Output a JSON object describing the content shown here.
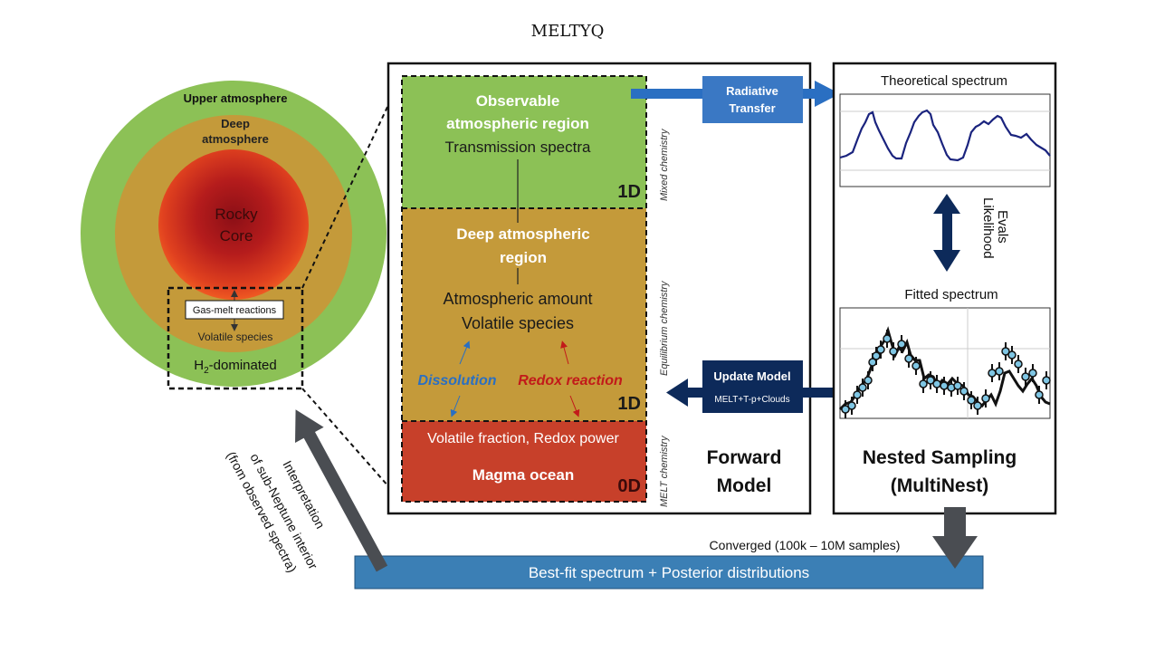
{
  "title": "MELTYQ",
  "planet": {
    "upper_atmosphere": "Upper atmosphere",
    "deep_atmosphere_line1": "Deep",
    "deep_atmosphere_line2": "atmosphere",
    "core_line1": "Rocky",
    "core_line2": "Core",
    "gas_melt": "Gas-melt reactions",
    "volatile_species": "Volatile species",
    "h2_dominated_prefix": "H",
    "h2_dominated_sub": "2",
    "h2_dominated_suffix": "-dominated"
  },
  "forward": {
    "observable_line1": "Observable",
    "observable_line2": "atmospheric region",
    "transmission": "Transmission spectra",
    "dim_1d_top": "1D",
    "deep_line1": "Deep atmospheric",
    "deep_line2": "region",
    "amount": "Atmospheric amount",
    "species": "Volatile species",
    "dissolution": "Dissolution",
    "redox": "Redox reaction",
    "dim_1d_mid": "1D",
    "volatile_fraction": "Volatile fraction, Redox power",
    "magma": "Magma ocean",
    "dim_0d": "0D",
    "mixed_chem": "Mixed chemistry",
    "eq_chem": "Equilibrium chemistry",
    "melt_chem": "MELT chemistry",
    "label_line1": "Forward",
    "label_line2": "Model"
  },
  "radiative": {
    "line1": "Radiative",
    "line2": "Transfer"
  },
  "update": {
    "title": "Update Model",
    "sub": "MELT+T-p+Clouds"
  },
  "nested": {
    "theoretical": "Theoretical spectrum",
    "likelihood_line1": "Likelihood",
    "likelihood_line2": "Evals",
    "fitted": "Fitted spectrum",
    "label_line1": "Nested Sampling",
    "label_line2": "(MultiNest)"
  },
  "converged": "Converged (100k – 10M samples)",
  "bestfit": "Best-fit spectrum + Posterior distributions",
  "interpretation": {
    "line1": "Interpretation",
    "line2": "of sub-Neptune interior",
    "line3": "(from observed spectra)"
  },
  "colors": {
    "green": "#8cc156",
    "orange": "#c49a3a",
    "red_core": "#a51a1a",
    "magma": "#c7402a",
    "blue_box": "#3a78c4",
    "navy_box": "#0d2a5a",
    "bar": "#3b7fb5",
    "spectrum": "#1a237e",
    "grey_arrow": "#4a4d52"
  },
  "icons": [
    "double-arrow-icon",
    "big-arrow-icon"
  ]
}
